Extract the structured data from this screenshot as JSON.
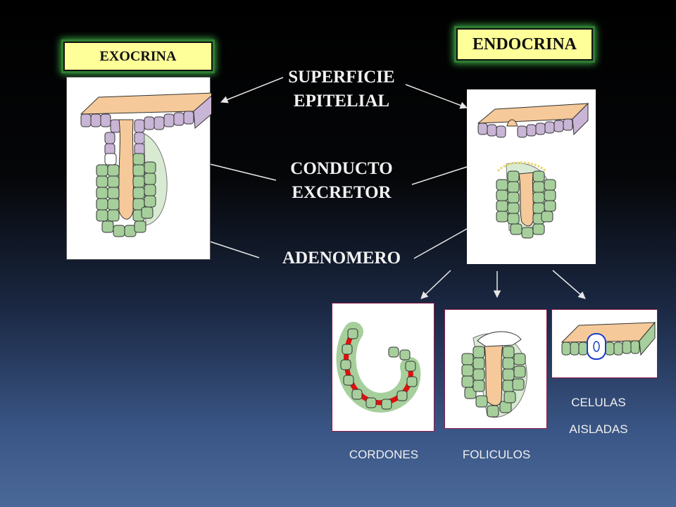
{
  "tags": {
    "exocrina": "EXOCRINA",
    "endocrina": "ENDOCRINA"
  },
  "labels": {
    "superficie_1": "SUPERFICIE",
    "superficie_2": "EPITELIAL",
    "conducto_1": "CONDUCTO",
    "conducto_2": "EXCRETOR",
    "adenomero": "ADENOMERO"
  },
  "types": {
    "celulas_1": "CELULAS",
    "celulas_2": "AISLADAS",
    "cordones": "CORDONES",
    "foliculos": "FOLICULOS"
  },
  "colors": {
    "background_top": "#000000",
    "background_bottom": "#4a6898",
    "tag_fill": "#ffff99",
    "tag_glow": "#3fae49",
    "surface_cells": "#c9b5d6",
    "gland_cells": "#a6cf9c",
    "lumen": "#f5c999",
    "cord_capillary": "#e01010",
    "connector_line": "#e6e6e6"
  }
}
